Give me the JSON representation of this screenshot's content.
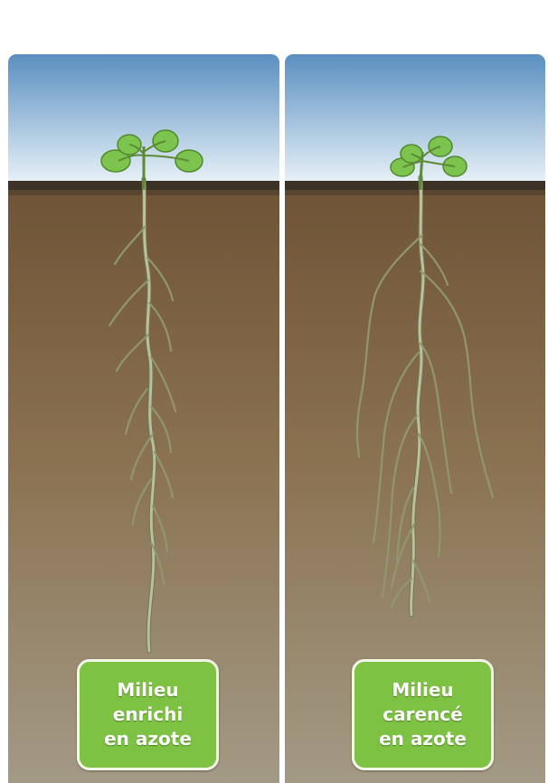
{
  "panels": [
    {
      "condition": "enriched",
      "label_lines": [
        "Milieu",
        "enrichi",
        "en azote"
      ]
    },
    {
      "condition": "deficient",
      "label_lines": [
        "Milieu",
        "carencé",
        "en azote"
      ]
    }
  ],
  "colors": {
    "sky_top": "#5a8fc0",
    "sky_bottom": "#e7f1f7",
    "soil_surface": "#3d3226",
    "soil_top": "#6e5336",
    "soil_bottom": "#a39a85",
    "leaf": "#7cc44e",
    "root": "#9aa27a",
    "label_bg": "#7ec243"
  }
}
